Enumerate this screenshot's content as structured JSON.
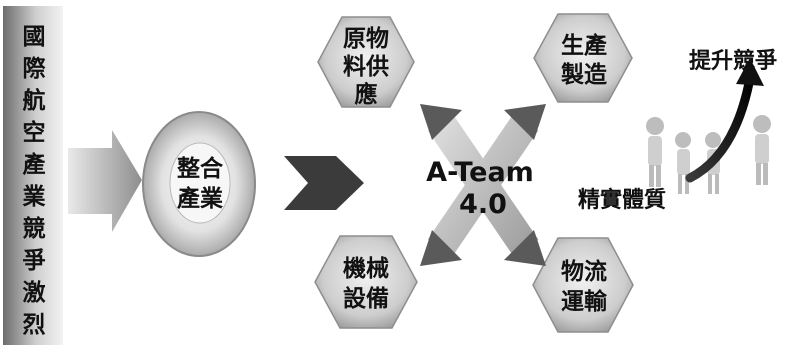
{
  "left_bar": {
    "chars": [
      "國",
      "際",
      "航",
      "空",
      "產",
      "業",
      "競",
      "爭",
      "激",
      "烈"
    ]
  },
  "circle_label": [
    "整合",
    "產業"
  ],
  "center_label": [
    "A-Team",
    "4.0"
  ],
  "hexagons": {
    "top_left": [
      "原物",
      "料供",
      "應"
    ],
    "top_right": [
      "生產",
      "製造"
    ],
    "bottom_left": [
      "機械",
      "設備"
    ],
    "bottom_right": [
      "物流",
      "運輸"
    ]
  },
  "right_labels": {
    "top": "提升競爭",
    "bottom": "精實體質"
  }
}
